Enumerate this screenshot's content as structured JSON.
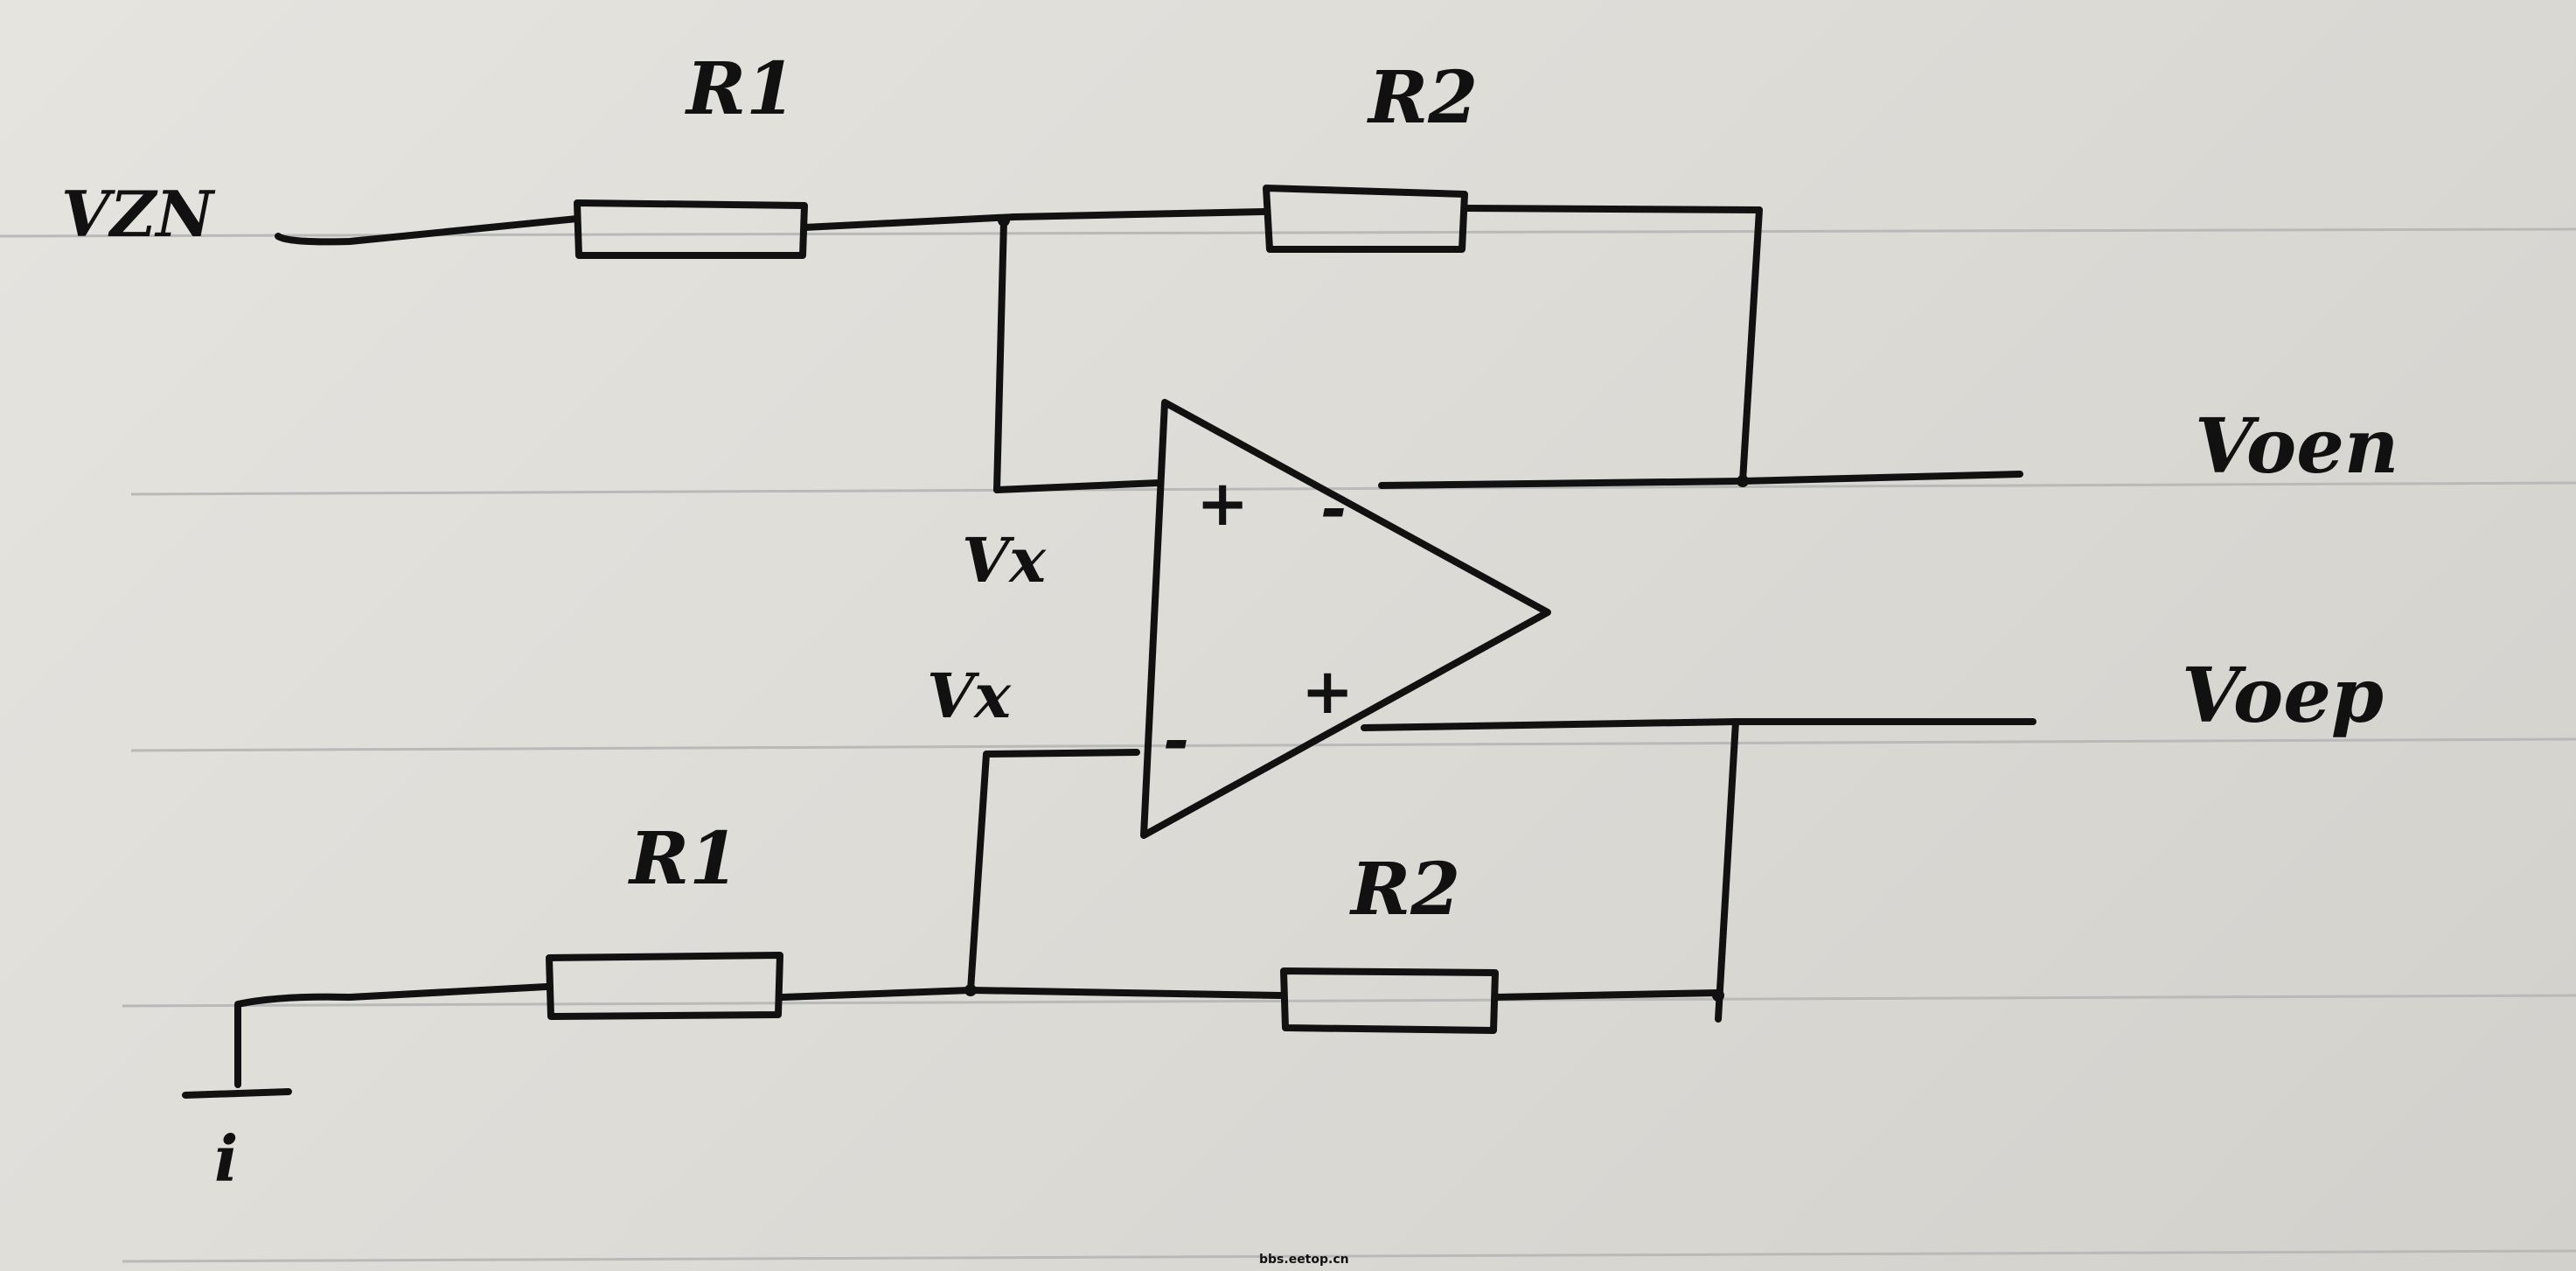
{
  "labels": {
    "input": "VZN",
    "r1_top": "R1",
    "r2_top": "R2",
    "r1_bottom": "R1",
    "r2_bottom": "R2",
    "node_top": "Vx",
    "node_bottom": "Vx",
    "out_neg": "Voen",
    "out_pos": "Voep",
    "opamp_in_plus": "+",
    "opamp_in_minus": "-",
    "opamp_out_minus": "-",
    "opamp_out_plus": "+",
    "ground": "i"
  },
  "watermark": "bbs.eetop.cn",
  "colors": {
    "ink": "#111111",
    "ruled_line": "#b9b9b9",
    "paper": "#e2e0db"
  }
}
